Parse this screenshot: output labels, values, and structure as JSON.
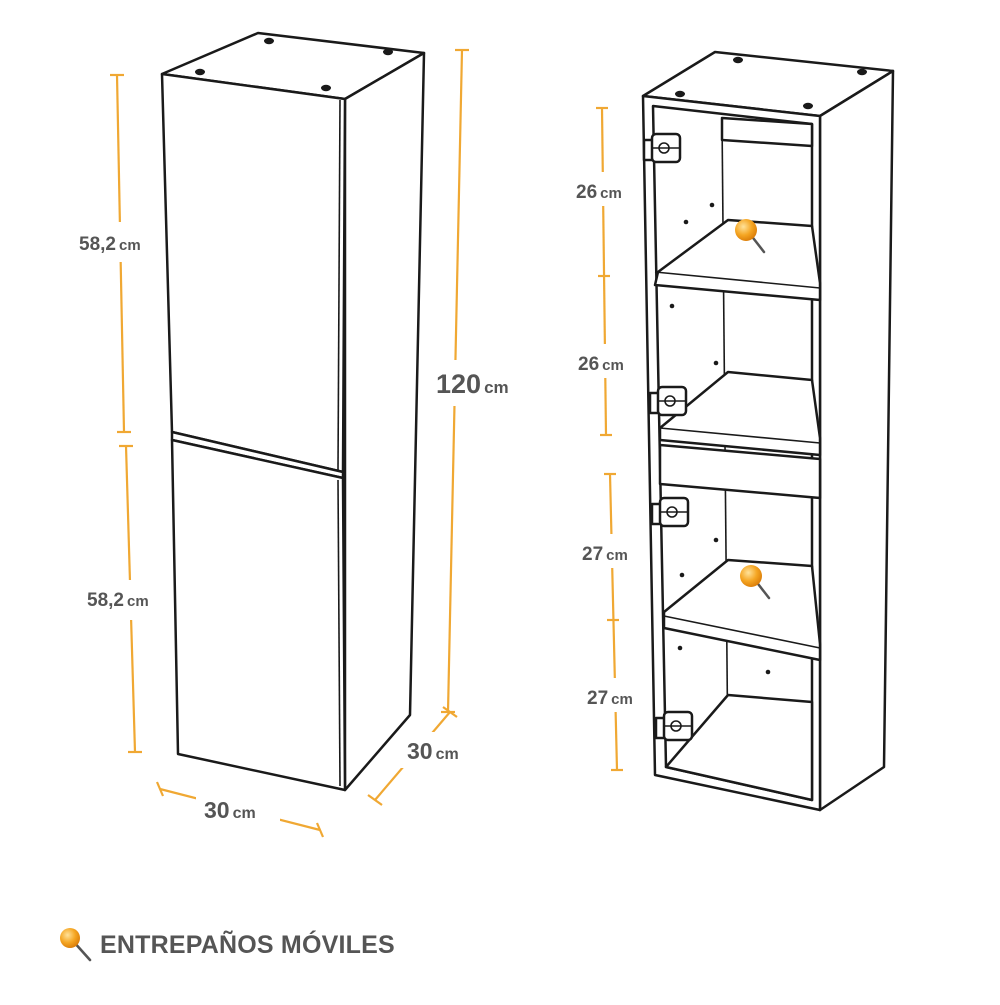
{
  "closed_cabinet": {
    "upper_door_height": "58,2",
    "lower_door_height": "58,2",
    "total_height": "120",
    "width": "30",
    "depth": "30",
    "unit": "cm"
  },
  "open_cabinet": {
    "compartments": [
      "26",
      "26",
      "27",
      "27"
    ],
    "unit": "cm"
  },
  "legend": {
    "icon": "pushpin-icon",
    "label": "ENTREPAÑOS MÓVILES"
  },
  "colors": {
    "dimension_lines": "#f0a833",
    "pin": "#f5a623",
    "labels": "#555555",
    "outline": "#1a1a1a"
  }
}
